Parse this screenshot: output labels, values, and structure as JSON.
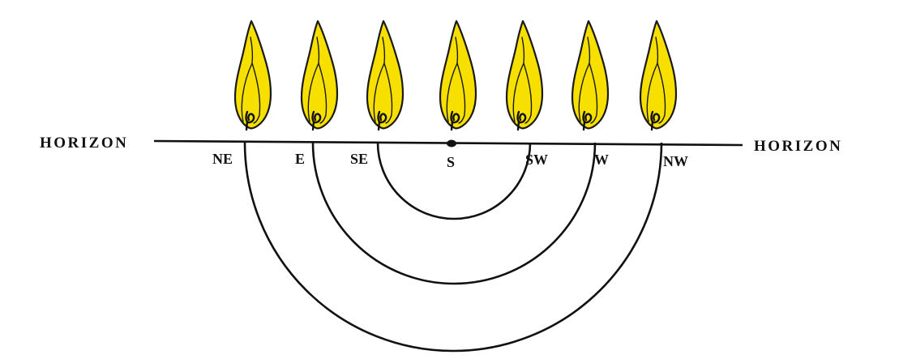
{
  "horizon": {
    "left_label": "HORIZON",
    "right_label": "HORIZON"
  },
  "directions": [
    "NE",
    "E",
    "SE",
    "S",
    "SW",
    "W",
    "NW"
  ],
  "colors": {
    "flame": "#f7e000",
    "line": "#111111",
    "background": "#ffffff"
  },
  "icons": {
    "flame": "flame-icon",
    "sun_point": "sun-point-dot"
  }
}
